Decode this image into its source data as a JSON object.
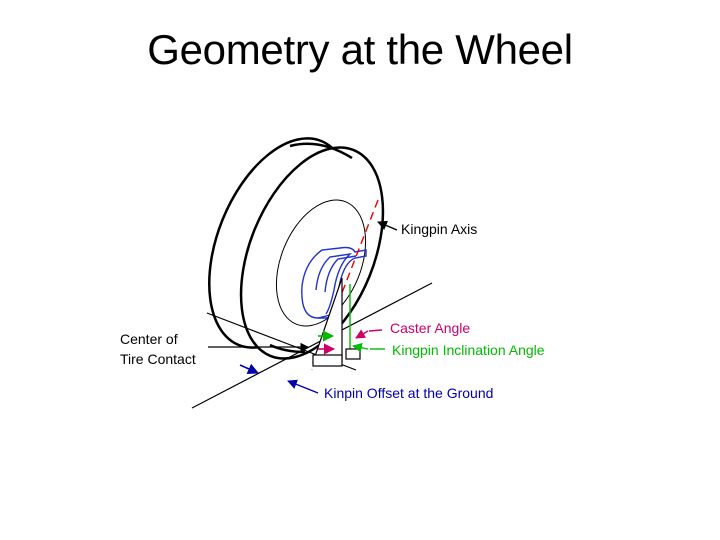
{
  "title": "Geometry at the Wheel",
  "labels": {
    "kingpin_axis": "Kingpin Axis",
    "caster_angle": "Caster Angle",
    "kingpin_inclination_angle": "Kingpin Inclination Angle",
    "center_line1": "Center of",
    "center_line2": "Tire Contact",
    "kingpin_offset": "Kinpin Offset at the Ground"
  },
  "colors": {
    "text": "#000000",
    "caster": "#cc0066",
    "inclination": "#00bb00",
    "offset": "#0000aa",
    "kingpin_axis_line": "#ee0000",
    "hub": "#2233cc"
  }
}
